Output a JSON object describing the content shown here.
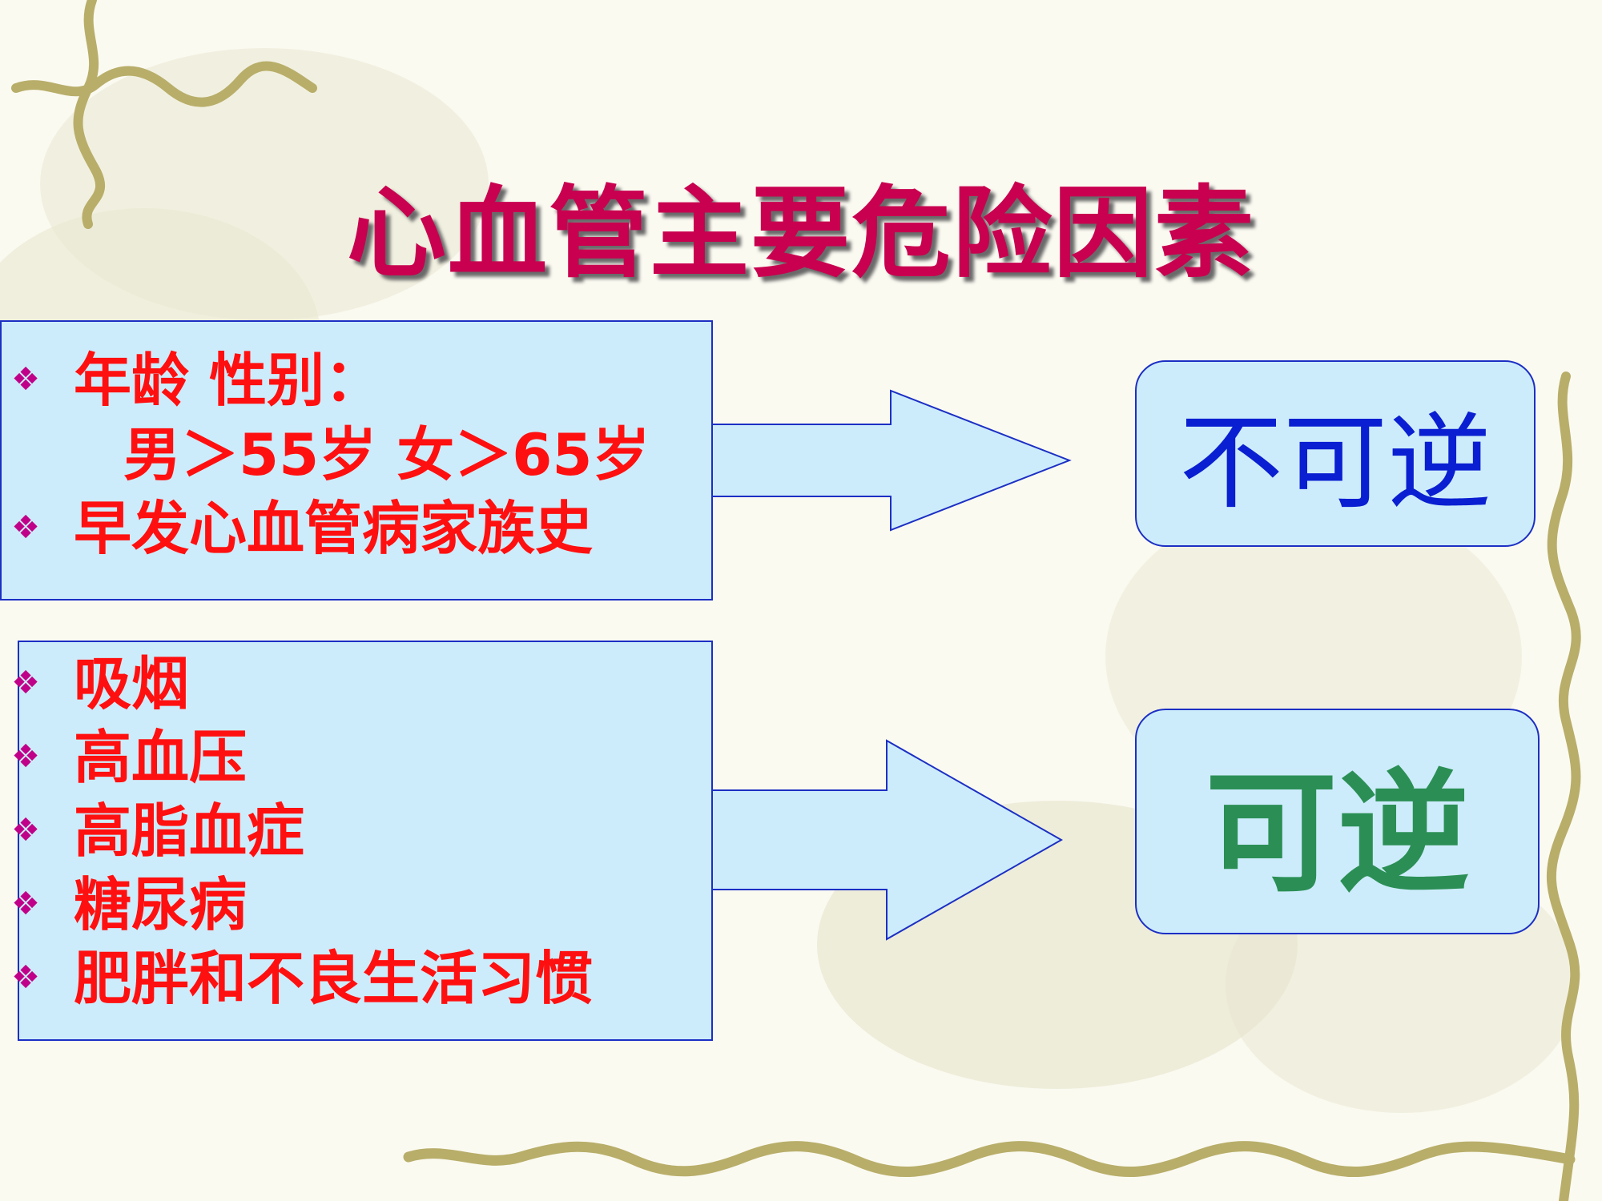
{
  "slide": {
    "title": "心血管主要危险因素",
    "box_irreversible": {
      "items": [
        {
          "bullet": "❖",
          "text": "年龄  性别："
        },
        {
          "bullet": "",
          "text": "男＞55岁  女＞65岁"
        },
        {
          "bullet": "❖",
          "text": "早发心血管病家族史"
        }
      ]
    },
    "box_reversible": {
      "items": [
        {
          "bullet": "❖",
          "text": "吸烟"
        },
        {
          "bullet": "❖",
          "text": "高血压"
        },
        {
          "bullet": "❖",
          "text": "高脂血症"
        },
        {
          "bullet": "❖",
          "text": "糖尿病"
        },
        {
          "bullet": "❖",
          "text": "肥胖和不良生活习惯"
        }
      ]
    },
    "label_irreversible": "不可逆",
    "label_reversible": "可逆"
  },
  "colors": {
    "title": "#c8004f",
    "item_text": "#ff1010",
    "bullet": "#c00088",
    "box_fill": "#cdecfb",
    "box_border": "#1c2fc4",
    "irreversible_text": "#0a1fd1",
    "reversible_text": "#2b8f55"
  }
}
